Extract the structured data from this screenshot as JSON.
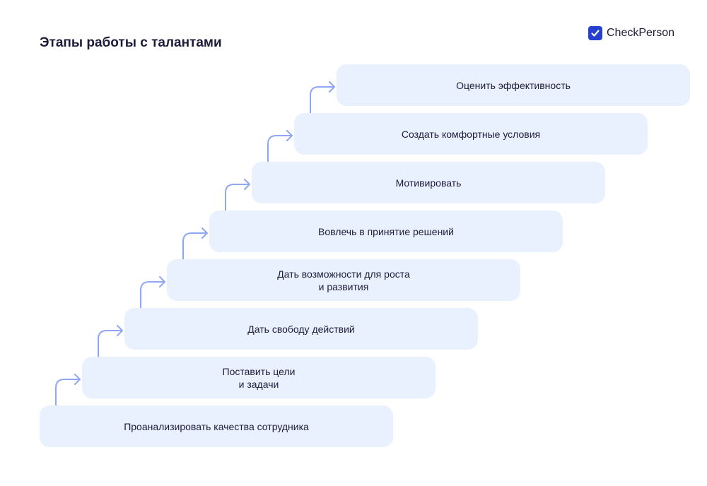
{
  "header": {
    "title": "Этапы работы с талантами"
  },
  "logo": {
    "text": "CheckPerson",
    "color": "#2640d0"
  },
  "arrow_color": "#8fa6f8",
  "steps": [
    {
      "label": "Проанализировать качества сотрудника"
    },
    {
      "label": "Поставить цели\nи задачи"
    },
    {
      "label": "Дать свободу действий"
    },
    {
      "label": "Дать возможности для роста\nи развития"
    },
    {
      "label": "Вовлечь в принятие решений"
    },
    {
      "label": "Мотивировать"
    },
    {
      "label": "Создать комфортные условия"
    },
    {
      "label": "Оценить эффективность"
    }
  ]
}
